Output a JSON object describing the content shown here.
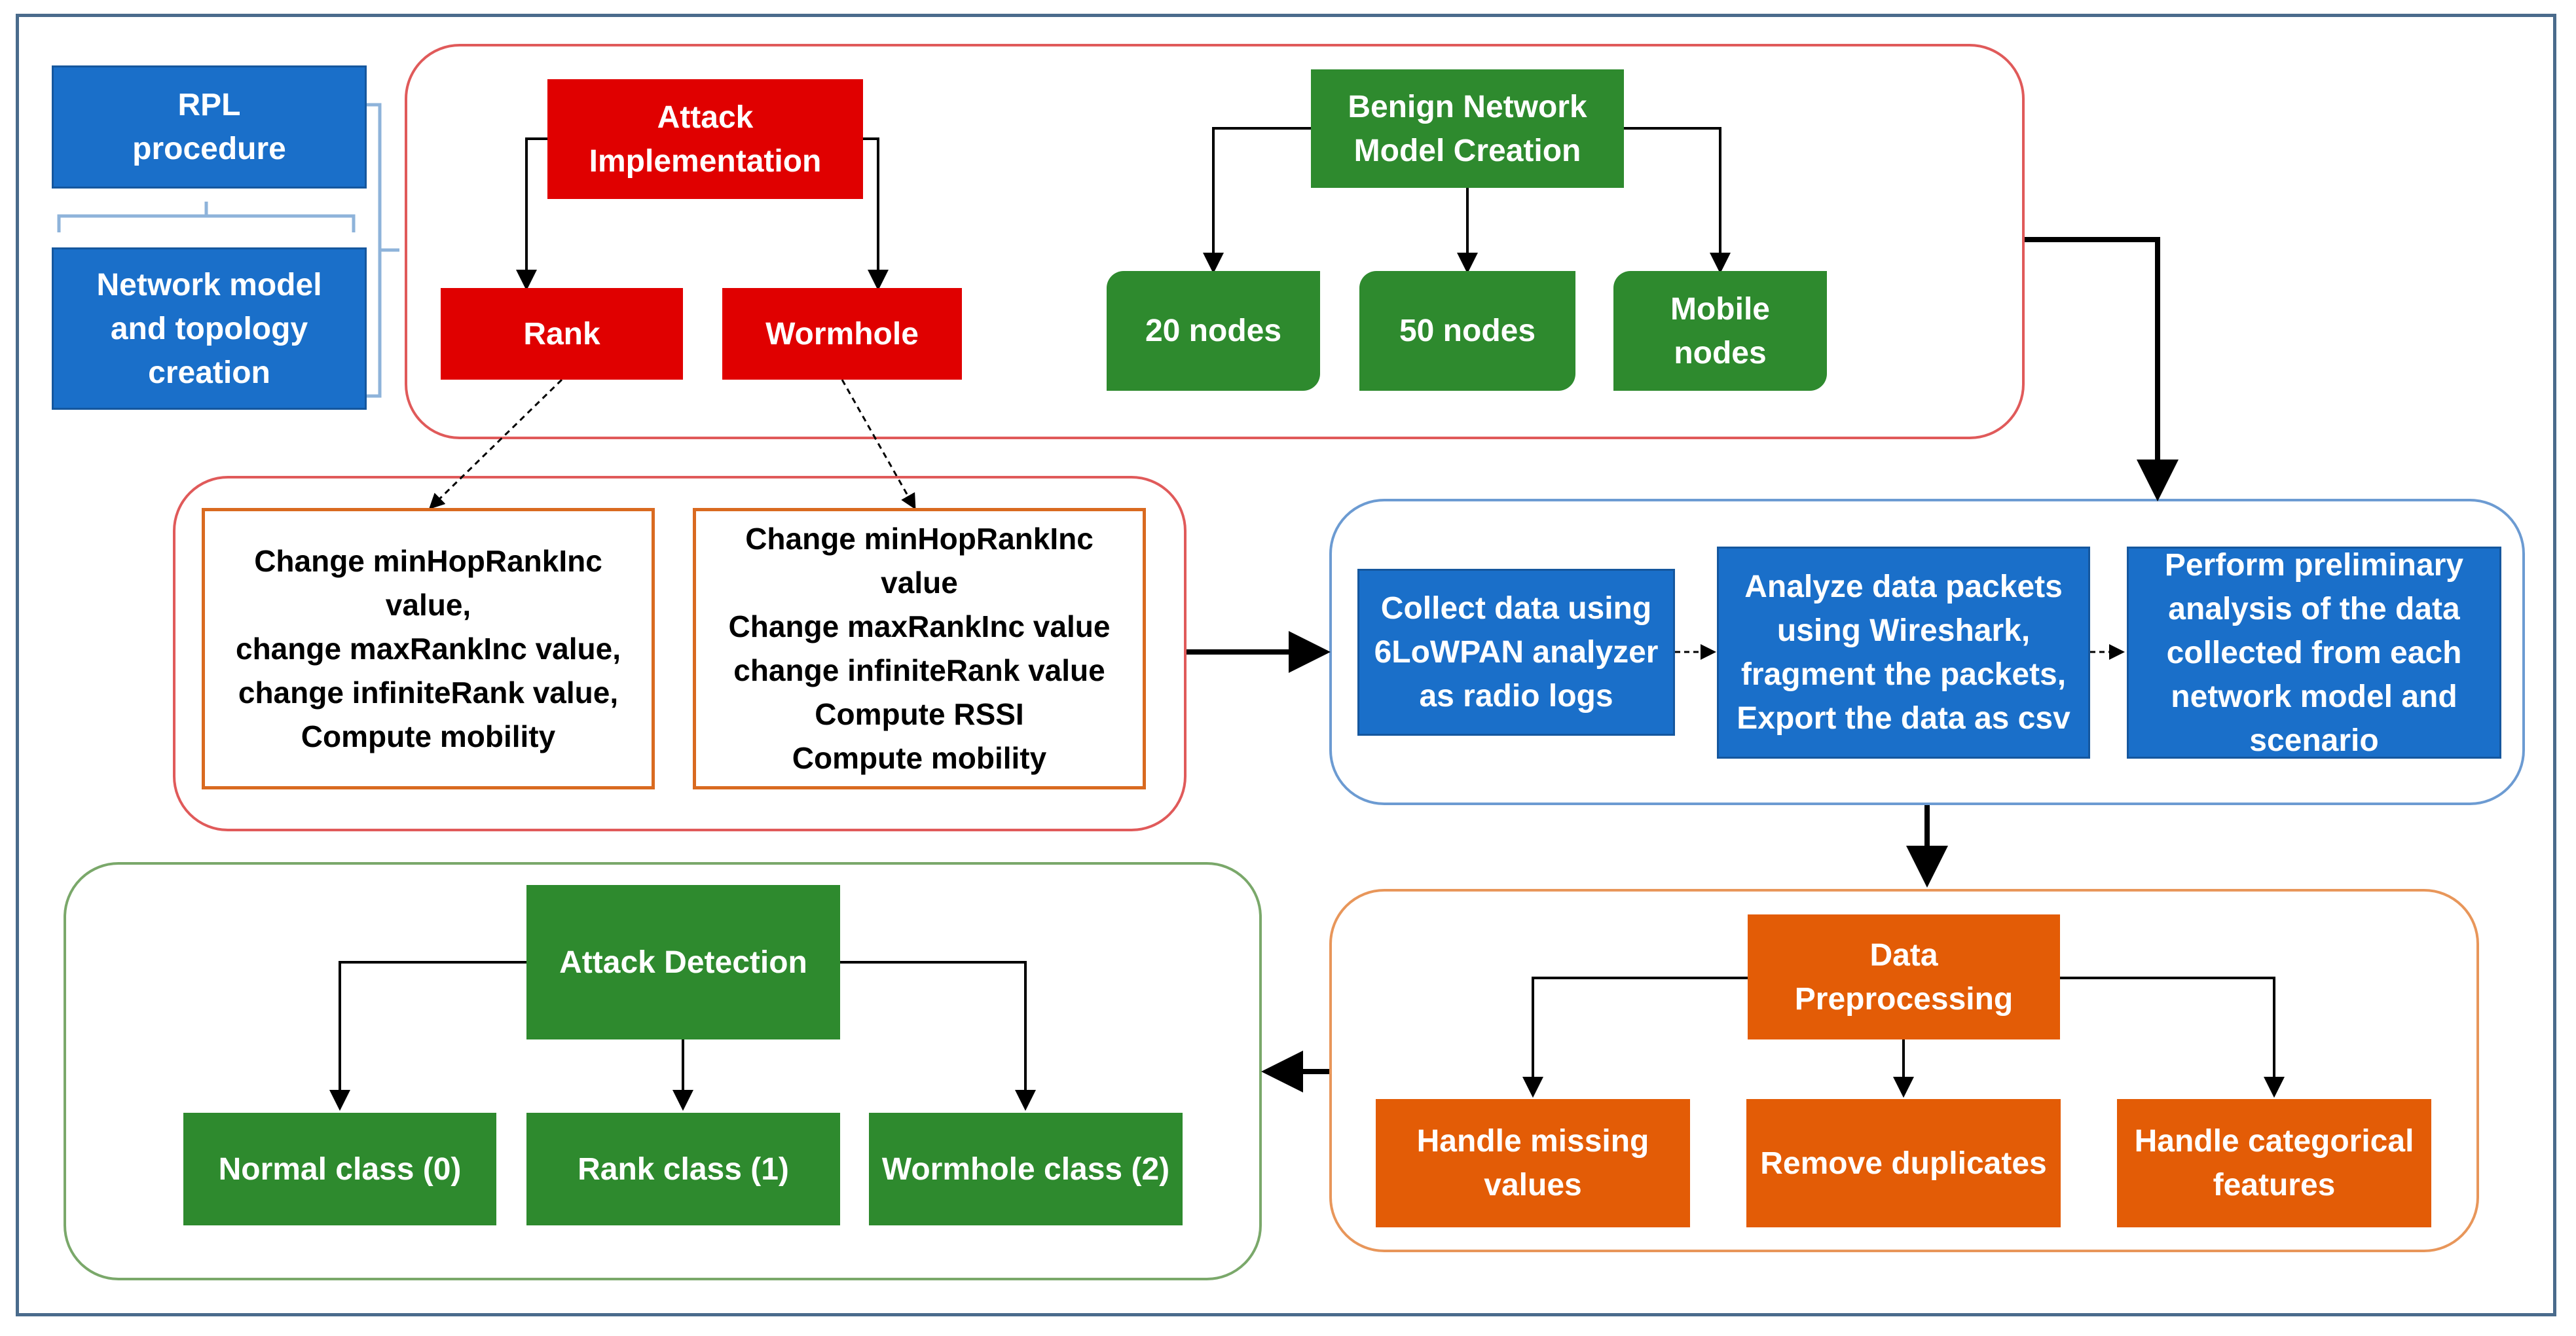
{
  "colors": {
    "blue": "#1a6fc9",
    "red": "#e00000",
    "green": "#2e8a2e",
    "orange": "#e35c06",
    "red_frame": "#e05a5a",
    "blue_frame": "#6c9bd2",
    "orange_frame": "#e8965a",
    "green_frame": "#7aa86a",
    "list_border": "#d96a20"
  },
  "nodes": {
    "rpl_procedure": "RPL\nprocedure",
    "network_model": "Network model\nand topology\ncreation",
    "attack_implementation": "Attack\nImplementation",
    "rank": "Rank",
    "wormhole": "Wormhole",
    "benign_network": "Benign Network\nModel Creation",
    "nodes_20": "20 nodes",
    "nodes_50": "50 nodes",
    "mobile_nodes": "Mobile\nnodes",
    "rank_changes": "Change minHopRankInc\nvalue,\nchange maxRankInc value,\nchange infiniteRank value,\nCompute mobility",
    "wormhole_changes": "Change minHopRankInc\nvalue\nChange maxRankInc value\nchange infiniteRank value\nCompute RSSI\nCompute mobility",
    "collect_data": "Collect data using\n6LoWPAN analyzer\nas radio logs",
    "analyze_packets": "Analyze data packets\nusing Wireshark,\nfragment the packets,\nExport the data as csv",
    "preliminary_analysis": "Perform preliminary\nanalysis of the data\ncollected from each\nnetwork model and\nscenario",
    "data_preprocessing": "Data Preprocessing",
    "handle_missing": "Handle missing\nvalues",
    "remove_duplicates": "Remove duplicates",
    "handle_categorical": "Handle categorical\nfeatures",
    "attack_detection": "Attack Detection",
    "normal_class": "Normal class (0)",
    "rank_class": "Rank class (1)",
    "wormhole_class": "Wormhole class (2)"
  }
}
